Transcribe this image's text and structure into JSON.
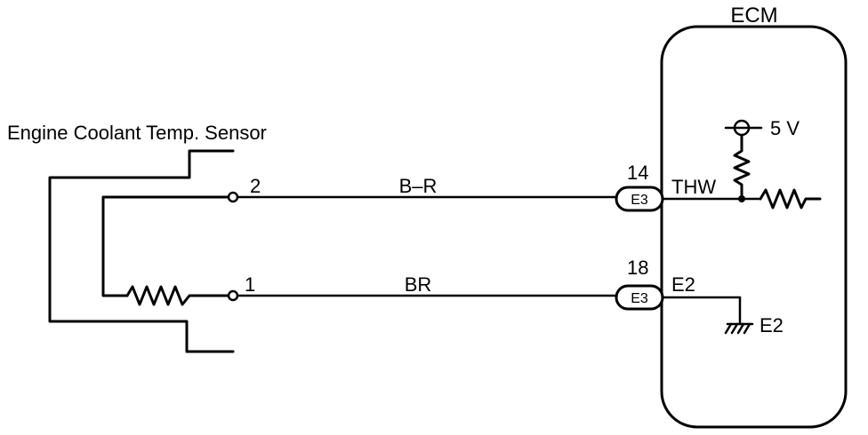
{
  "ecm": {
    "title": "ECM"
  },
  "sensor": {
    "title": "Engine Coolant Temp. Sensor"
  },
  "supply": {
    "label": "5 V"
  },
  "wires": [
    {
      "sensor_pin": "2",
      "color": "B–R",
      "ecm_pin_number": "14",
      "connector": "E3",
      "terminal": "THW"
    },
    {
      "sensor_pin": "1",
      "color": "BR",
      "ecm_pin_number": "18",
      "connector": "E3",
      "terminal": "E2"
    }
  ],
  "ground": {
    "label": "E2"
  }
}
